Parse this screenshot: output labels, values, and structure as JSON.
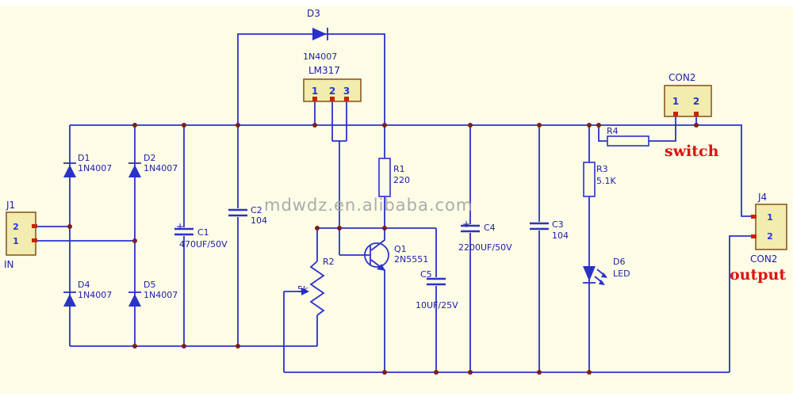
{
  "colors": {
    "background": "#fdfce6",
    "wire": "#2b32c8",
    "junction_dot": "#7a1f1f",
    "label": "#1c1caa",
    "pin_number": "#2233dd",
    "accent_red": "#e01010",
    "connector_fill": "#f2ecae",
    "connector_border": "#8a5a20",
    "watermark": "#ababab"
  },
  "watermark": "mdwdz.en.alibaba.com",
  "components": {
    "j1": {
      "ref": "J1",
      "pin_top": "2",
      "pin_bottom": "1",
      "caption": "IN"
    },
    "u1": {
      "ref": "LM317",
      "pin1": "1",
      "pin2": "2",
      "pin3": "3"
    },
    "d1": {
      "ref": "D1",
      "value": "1N4007"
    },
    "d2": {
      "ref": "D2",
      "value": "1N4007"
    },
    "d3": {
      "ref": "D3",
      "value": "1N4007"
    },
    "d4": {
      "ref": "D4",
      "value": "1N4007"
    },
    "d5": {
      "ref": "D5",
      "value": "1N4007"
    },
    "d6": {
      "ref": "D6",
      "value": "LED"
    },
    "c1": {
      "ref": "C1",
      "value": "470UF/50V",
      "polarity": "+"
    },
    "c2": {
      "ref": "C2",
      "value": "104"
    },
    "c3": {
      "ref": "C3",
      "value": "104"
    },
    "c4": {
      "ref": "C4",
      "value": "2200UF/50V",
      "polarity": "+"
    },
    "c5": {
      "ref": "C5",
      "value": "10UF/25V"
    },
    "r1": {
      "ref": "R1",
      "value": "220"
    },
    "r2": {
      "ref": "R2",
      "value": "5k"
    },
    "r3": {
      "ref": "R3",
      "value": "5.1K"
    },
    "r4": {
      "ref": "R4"
    },
    "q1": {
      "ref": "Q1",
      "value": "2N5551"
    },
    "con2": {
      "ref": "CON2",
      "pin1": "1",
      "pin2": "2",
      "caption": "switch"
    },
    "j4": {
      "ref": "J4",
      "pin1": "1",
      "pin2": "2",
      "caption": "CON2",
      "caption2": "output"
    }
  }
}
